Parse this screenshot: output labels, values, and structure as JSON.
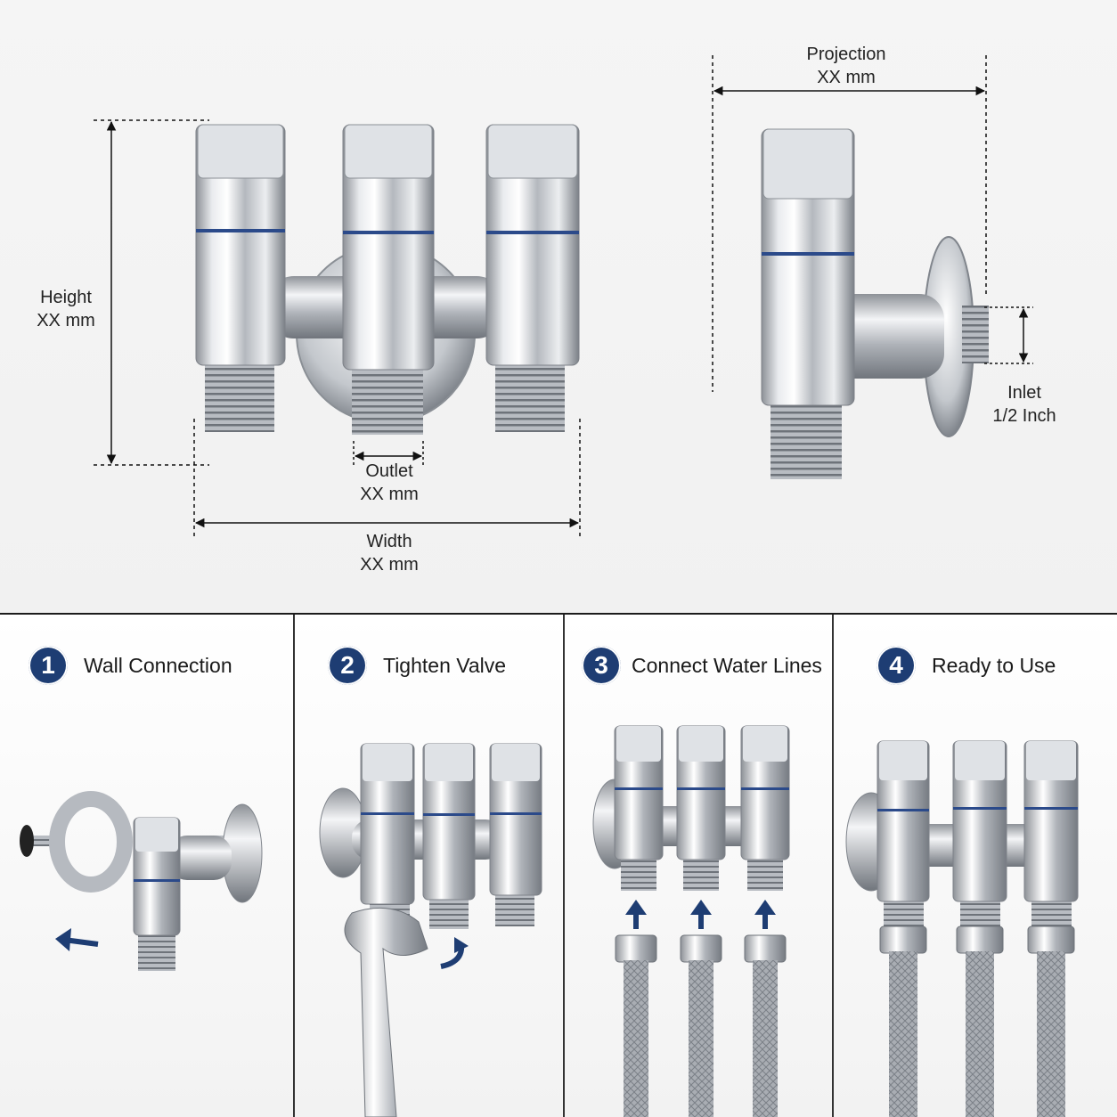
{
  "dimensions": {
    "height": {
      "label": "Height",
      "value": "XX mm"
    },
    "width": {
      "label": "Width",
      "value": "XX mm"
    },
    "outlet": {
      "label": "Outlet",
      "value": "XX mm"
    },
    "projection": {
      "label": "Projection",
      "value": "XX mm"
    },
    "inlet": {
      "label": "Inlet",
      "value": "1/2 Inch"
    }
  },
  "steps": [
    {
      "number": "1",
      "title": "Wall Connection"
    },
    {
      "number": "2",
      "title": "Tighten Valve"
    },
    {
      "number": "3",
      "title": "Connect Water Lines"
    },
    {
      "number": "4",
      "title": "Ready to Use"
    }
  ],
  "colors": {
    "accent": "#1e3d73",
    "chrome": "#c9ccd0",
    "valve_ring": "#2b4a8a"
  }
}
